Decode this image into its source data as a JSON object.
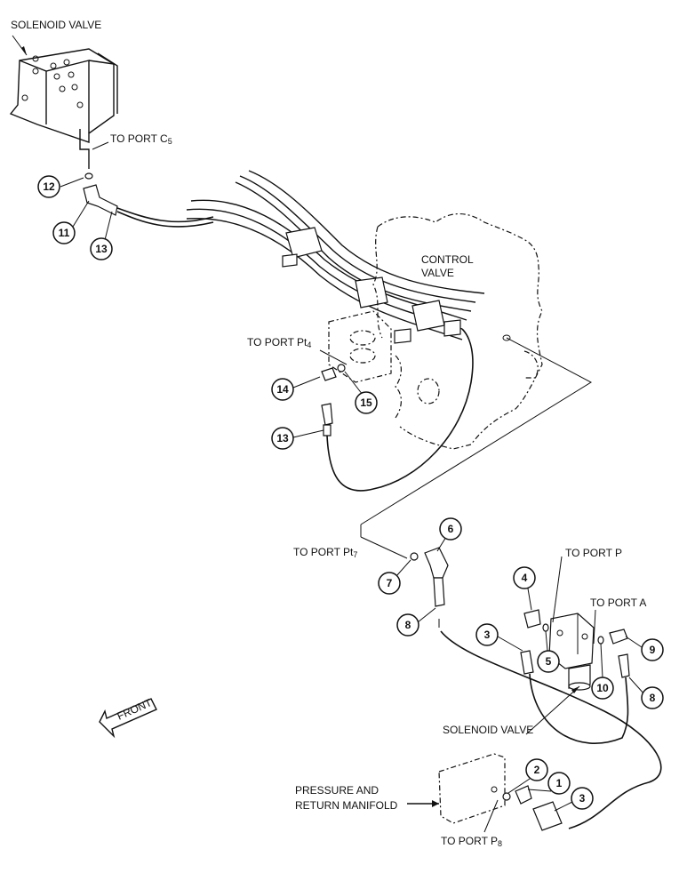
{
  "labels": {
    "solenoid_valve_top": "SOLENOID VALVE",
    "to_port_c5": "TO PORT C",
    "to_port_c5_sub": "5",
    "control_valve_1": "CONTROL",
    "control_valve_2": "VALVE",
    "to_port_pt4": "TO PORT Pt",
    "to_port_pt4_sub": "4",
    "to_port_pt7": "TO PORT Pt",
    "to_port_pt7_sub": "7",
    "to_port_p": "TO PORT P",
    "to_port_a": "TO PORT A",
    "solenoid_valve_bottom": "SOLENOID VALVE",
    "manifold_1": "PRESSURE AND",
    "manifold_2": "RETURN MANIFOLD",
    "to_port_p8": "TO PORT P",
    "to_port_p8_sub": "8",
    "front": "FRONT"
  },
  "callouts": [
    "12",
    "11",
    "13",
    "14",
    "15",
    "13",
    "6",
    "7",
    "8",
    "4",
    "3",
    "5",
    "10",
    "9",
    "8",
    "2",
    "1",
    "3"
  ]
}
